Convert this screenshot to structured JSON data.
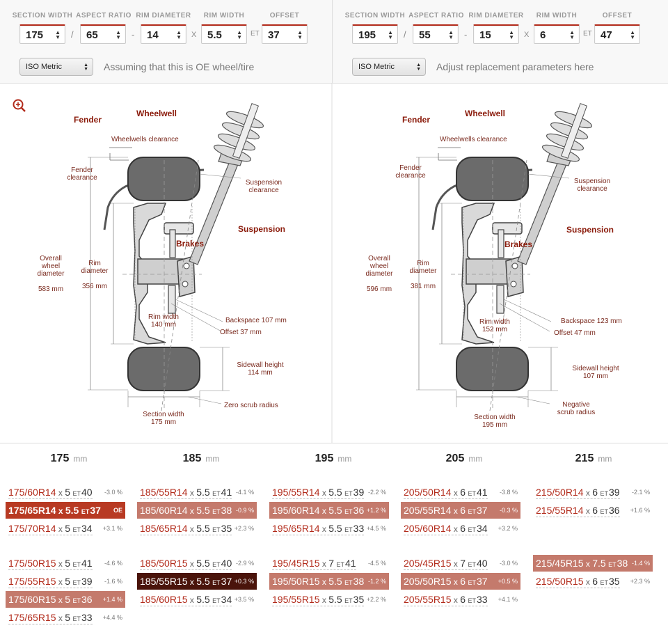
{
  "left_panel": {
    "labels": [
      "SECTION WIDTH",
      "ASPECT RATIO",
      "RIM DIAMETER",
      "RIM WIDTH",
      "OFFSET"
    ],
    "values": [
      "175",
      "65",
      "14",
      "5.5",
      "37"
    ],
    "separators": [
      "/",
      "-",
      "X"
    ],
    "et_label": "ET",
    "system": "ISO Metric",
    "note": "Assuming that this is OE wheel/tire"
  },
  "right_panel": {
    "labels": [
      "SECTION WIDTH",
      "ASPECT RATIO",
      "RIM DIAMETER",
      "RIM WIDTH",
      "OFFSET"
    ],
    "values": [
      "195",
      "55",
      "15",
      "6",
      "47"
    ],
    "separators": [
      "/",
      "-",
      "X"
    ],
    "et_label": "ET",
    "system": "ISO Metric",
    "note": "Adjust replacement parameters here"
  },
  "diagram_left": {
    "fender": "Fender",
    "wheelwell": "Wheelwell",
    "wheelwells_clearance": "Wheelwells clearance",
    "fender_clearance": [
      "Fender",
      "clearance"
    ],
    "suspension_clearance": [
      "Suspension",
      "clearance"
    ],
    "suspension": "Suspension",
    "brakes": "Brakes",
    "overall": [
      "Overall",
      "wheel",
      "diameter"
    ],
    "overall_value": "583 mm",
    "rim": [
      "Rim",
      "diameter"
    ],
    "rim_value": "356 mm",
    "rim_width": [
      "Rim width",
      "140 mm"
    ],
    "backspace": "Backspace 107 mm",
    "offset": "Offset 37 mm",
    "sidewall": [
      "Sidewall height",
      "114 mm"
    ],
    "scrub": [
      "Zero scrub radius"
    ],
    "section": [
      "Section width",
      "175 mm"
    ]
  },
  "diagram_right": {
    "fender": "Fender",
    "wheelwell": "Wheelwell",
    "wheelwells_clearance": "Wheelwells clearance",
    "fender_clearance": [
      "Fender",
      "clearance"
    ],
    "suspension_clearance": [
      "Suspension",
      "clearance"
    ],
    "suspension": "Suspension",
    "brakes": "Brakes",
    "overall": [
      "Overall",
      "wheel",
      "diameter"
    ],
    "overall_value": "596 mm",
    "rim": [
      "Rim",
      "diameter"
    ],
    "rim_value": "381 mm",
    "rim_width": [
      "Rim width",
      "152 mm"
    ],
    "backspace": "Backspace 123 mm",
    "offset": "Offset 47 mm",
    "sidewall": [
      "Sidewall height",
      "107 mm"
    ],
    "scrub": [
      "Negative",
      "scrub radius"
    ],
    "section": [
      "Section width",
      "195 mm"
    ]
  },
  "colors": {
    "accent": "#b22a1a",
    "highlight": "#c47a6c",
    "oe": "#b83a23",
    "current": "#4a140b"
  },
  "mm_unit": "mm",
  "columns": [
    {
      "width": "175",
      "rows": [
        {
          "size": "175/60R14",
          "x": "x",
          "rim": "5",
          "et": "ET",
          "off": "40",
          "diff": "-3.0 %",
          "style": ""
        },
        {
          "size": "175/65R14",
          "x": "x",
          "rim": "5.5",
          "et": "ET",
          "off": "37",
          "diff": "OE",
          "style": "oe"
        },
        {
          "size": "175/70R14",
          "x": "x",
          "rim": "5",
          "et": "ET",
          "off": "34",
          "diff": "+3.1 %",
          "style": ""
        },
        {
          "size": "175/50R15",
          "x": "x",
          "rim": "5",
          "et": "ET",
          "off": "41",
          "diff": "-4.6 %",
          "style": ""
        },
        {
          "size": "175/55R15",
          "x": "x",
          "rim": "5",
          "et": "ET",
          "off": "39",
          "diff": "-1.6 %",
          "style": ""
        },
        {
          "size": "175/60R15",
          "x": "x",
          "rim": "5",
          "et": "ET",
          "off": "36",
          "diff": "+1.4 %",
          "style": "hl"
        },
        {
          "size": "175/65R15",
          "x": "x",
          "rim": "5",
          "et": "ET",
          "off": "33",
          "diff": "+4.4 %",
          "style": ""
        }
      ]
    },
    {
      "width": "185",
      "rows": [
        {
          "size": "185/55R14",
          "x": "x",
          "rim": "5.5",
          "et": "ET",
          "off": "41",
          "diff": "-4.1 %",
          "style": ""
        },
        {
          "size": "185/60R14",
          "x": "x",
          "rim": "5.5",
          "et": "ET",
          "off": "38",
          "diff": "-0.9 %",
          "style": "hl"
        },
        {
          "size": "185/65R14",
          "x": "x",
          "rim": "5.5",
          "et": "ET",
          "off": "35",
          "diff": "+2.3 %",
          "style": ""
        },
        {
          "size": "185/50R15",
          "x": "x",
          "rim": "5.5",
          "et": "ET",
          "off": "40",
          "diff": "-2.9 %",
          "style": ""
        },
        {
          "size": "185/55R15",
          "x": "x",
          "rim": "5.5",
          "et": "ET",
          "off": "37",
          "diff": "+0.3 %",
          "style": "cur"
        },
        {
          "size": "185/60R15",
          "x": "x",
          "rim": "5.5",
          "et": "ET",
          "off": "34",
          "diff": "+3.5 %",
          "style": ""
        }
      ]
    },
    {
      "width": "195",
      "rows": [
        {
          "size": "195/55R14",
          "x": "x",
          "rim": "5.5",
          "et": "ET",
          "off": "39",
          "diff": "-2.2 %",
          "style": ""
        },
        {
          "size": "195/60R14",
          "x": "x",
          "rim": "5.5",
          "et": "ET",
          "off": "36",
          "diff": "+1.2 %",
          "style": "hl"
        },
        {
          "size": "195/65R14",
          "x": "x",
          "rim": "5.5",
          "et": "ET",
          "off": "33",
          "diff": "+4.5 %",
          "style": ""
        },
        {
          "size": "195/45R15",
          "x": "x",
          "rim": "7",
          "et": "ET",
          "off": "41",
          "diff": "-4.5 %",
          "style": ""
        },
        {
          "size": "195/50R15",
          "x": "x",
          "rim": "5.5",
          "et": "ET",
          "off": "38",
          "diff": "-1.2 %",
          "style": "hl"
        },
        {
          "size": "195/55R15",
          "x": "x",
          "rim": "5.5",
          "et": "ET",
          "off": "35",
          "diff": "+2.2 %",
          "style": ""
        }
      ]
    },
    {
      "width": "205",
      "rows": [
        {
          "size": "205/50R14",
          "x": "x",
          "rim": "6",
          "et": "ET",
          "off": "41",
          "diff": "-3.8 %",
          "style": ""
        },
        {
          "size": "205/55R14",
          "x": "x",
          "rim": "6",
          "et": "ET",
          "off": "37",
          "diff": "-0.3 %",
          "style": "hl"
        },
        {
          "size": "205/60R14",
          "x": "x",
          "rim": "6",
          "et": "ET",
          "off": "34",
          "diff": "+3.2 %",
          "style": ""
        },
        {
          "size": "205/45R15",
          "x": "x",
          "rim": "7",
          "et": "ET",
          "off": "40",
          "diff": "-3.0 %",
          "style": ""
        },
        {
          "size": "205/50R15",
          "x": "x",
          "rim": "6",
          "et": "ET",
          "off": "37",
          "diff": "+0.5 %",
          "style": "hl"
        },
        {
          "size": "205/55R15",
          "x": "x",
          "rim": "6",
          "et": "ET",
          "off": "33",
          "diff": "+4.1 %",
          "style": ""
        }
      ]
    },
    {
      "width": "215",
      "rows": [
        {
          "size": "215/50R14",
          "x": "x",
          "rim": "6",
          "et": "ET",
          "off": "39",
          "diff": "-2.1 %",
          "style": ""
        },
        {
          "size": "215/55R14",
          "x": "x",
          "rim": "6",
          "et": "ET",
          "off": "36",
          "diff": "+1.6 %",
          "style": ""
        },
        {
          "size": "215/45R15",
          "x": "x",
          "rim": "7.5",
          "et": "ET",
          "off": "38",
          "diff": "-1.4 %",
          "style": "hl"
        },
        {
          "size": "215/50R15",
          "x": "x",
          "rim": "6",
          "et": "ET",
          "off": "35",
          "diff": "+2.3 %",
          "style": ""
        }
      ]
    }
  ]
}
